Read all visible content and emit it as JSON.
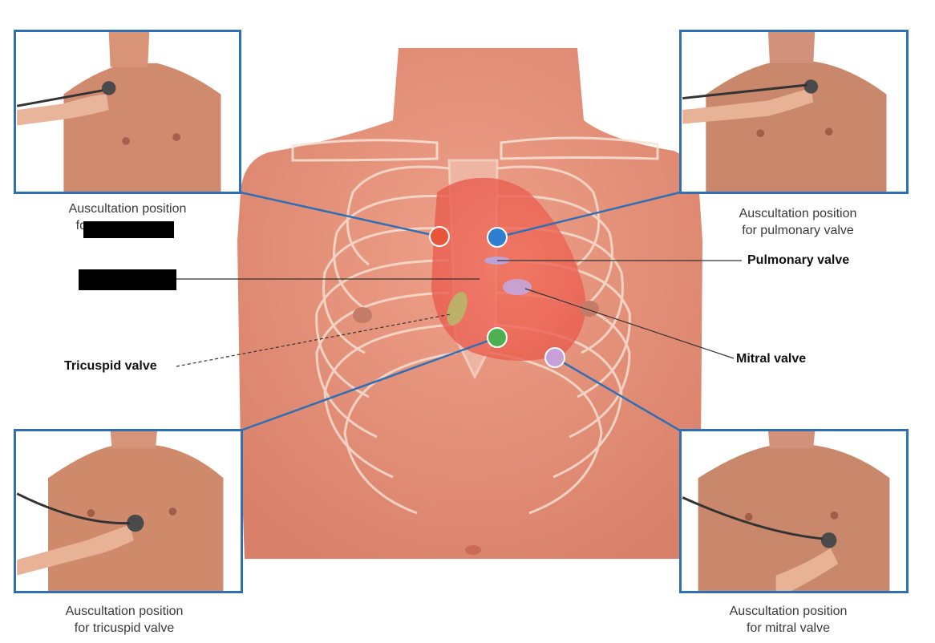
{
  "photos": {
    "top_left": {
      "caption_line1": "Auscultation position",
      "caption_line2": "for"
    },
    "top_right": {
      "caption_line1": "Auscultation position",
      "caption_line2": "for pulmonary valve"
    },
    "bottom_left": {
      "caption_line1": "Auscultation position",
      "caption_line2": "for tricuspid valve"
    },
    "bottom_right": {
      "caption_line1": "Auscultation position",
      "caption_line2": "for mitral valve"
    }
  },
  "labels": {
    "pulmonary": "Pulmonary valve",
    "mitral": "Mitral valve",
    "tricuspid": "Tricuspid valve"
  },
  "colors": {
    "frame": "#2f6fb5",
    "aortic_dot": "#e8553b",
    "pulmonary_dot": "#2f7fd0",
    "tricuspid_dot": "#4caf50",
    "mitral_dot": "#c8a0d8",
    "skin": "#e8957a",
    "heart": "#ef6f5e"
  }
}
